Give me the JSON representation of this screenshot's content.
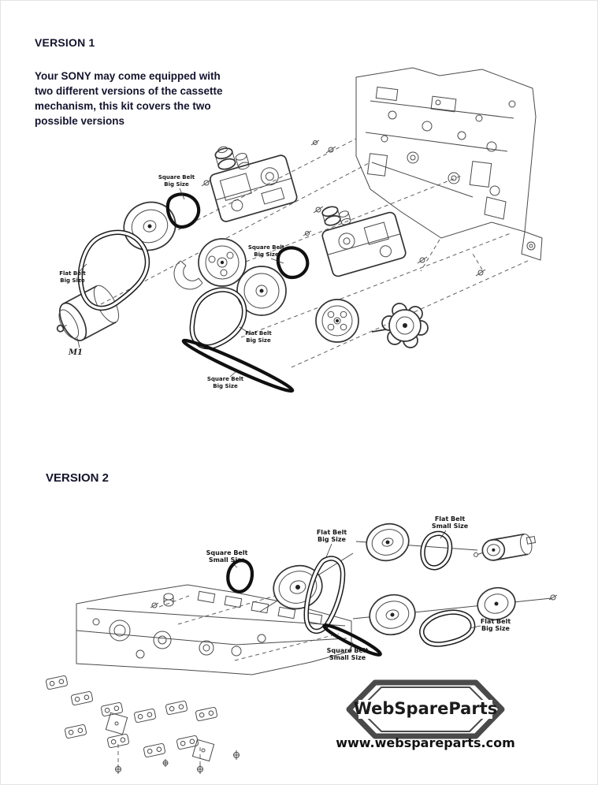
{
  "colors": {
    "heading_text": "#14142e",
    "diagram_line": "#3f3f3f",
    "belt": "#111111",
    "background": "#ffffff"
  },
  "version1": {
    "heading": "VERSION 1",
    "intro": "Your SONY may come equipped with\ntwo different versions of the cassette\nmechanism, this kit covers the two\npossible versions",
    "labels": {
      "square_belt_top": {
        "line1": "Square Belt",
        "line2": "Big Size"
      },
      "flat_belt_left": {
        "line1": "Flat Belt",
        "line2": "Big Size"
      },
      "square_belt_mid": {
        "line1": "Square Belt",
        "line2": "Big Size"
      },
      "flat_belt_mid": {
        "line1": "Flat Belt",
        "line2": "Big Size"
      },
      "square_belt_bottom": {
        "line1": "Square Belt",
        "line2": "Big Size"
      },
      "motor": "M1"
    }
  },
  "version2": {
    "heading": "VERSION 2",
    "labels": {
      "square_belt_small_left": {
        "line1": "Square Belt",
        "line2": "Small Size"
      },
      "flat_belt_big_top": {
        "line1": "Flat Belt",
        "line2": "Big Size"
      },
      "flat_belt_small": {
        "line1": "Flat Belt",
        "line2": "Small Size"
      },
      "square_belt_small_bottom": {
        "line1": "Square Belt",
        "line2": "Small Size"
      },
      "flat_belt_big_right": {
        "line1": "Flat Belt",
        "line2": "Big Size"
      }
    }
  },
  "footer": {
    "brand": "WebSpareParts",
    "url": "www.webspareparts.com"
  }
}
